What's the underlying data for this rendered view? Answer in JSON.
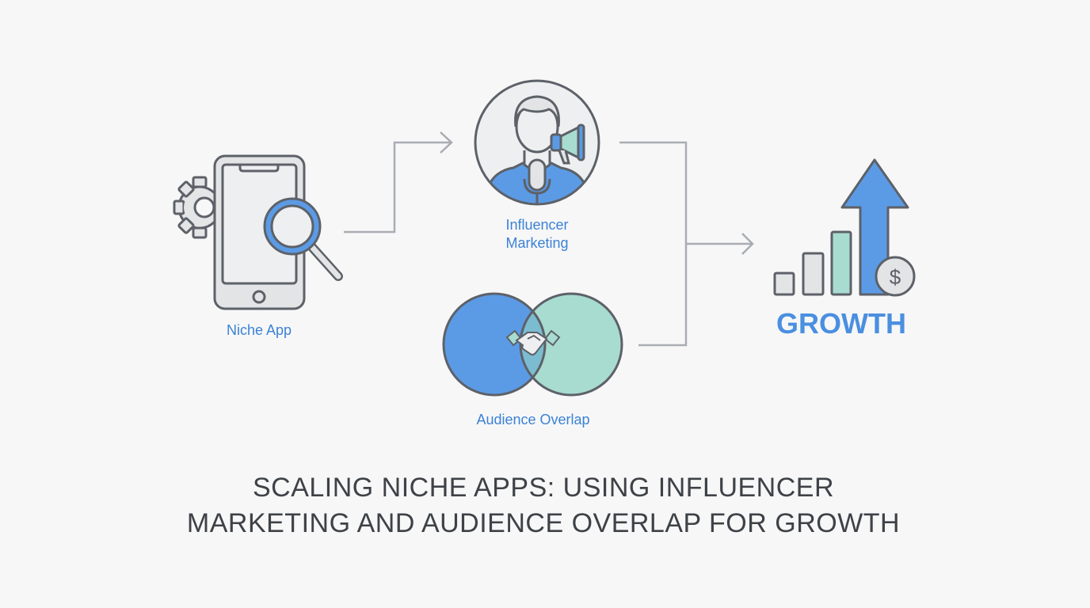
{
  "nodes": {
    "niche_app": {
      "label": "Niche App"
    },
    "influencer": {
      "label_line1": "Influencer",
      "label_line2": "Marketing"
    },
    "audience": {
      "label": "Audience Overlap"
    },
    "growth": {
      "label": "GROWTH",
      "currency_symbol": "$"
    }
  },
  "title": {
    "line1": "SCALING NICHE APPS: USING INFLUENCER",
    "line2": "MARKETING AND AUDIENCE OVERLAP FOR GROWTH"
  },
  "colors": {
    "accent_blue": "#5b9be6",
    "accent_teal": "#a8dcd1",
    "outline": "#5d6168",
    "label_blue": "#3b82d4",
    "connector": "#a9adb3"
  }
}
